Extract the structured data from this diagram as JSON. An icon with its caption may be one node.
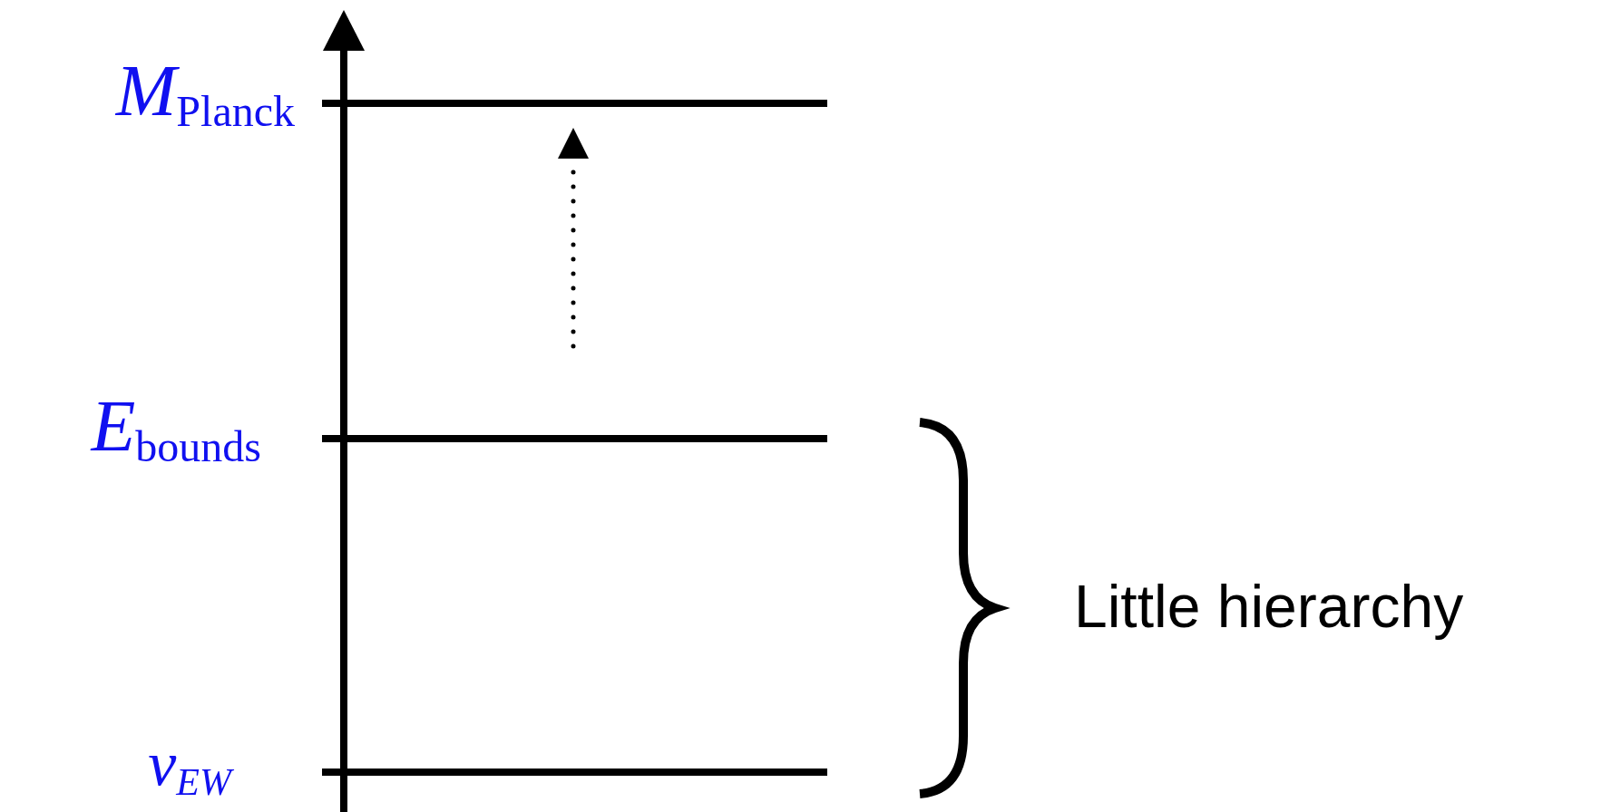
{
  "diagram": {
    "labels": [
      "*M*$_{Planck}$",
      "*E*$_{bounds}$",
      "*v*$_{EW}$",
      "Little hierarchy"
    ]
  }
}
